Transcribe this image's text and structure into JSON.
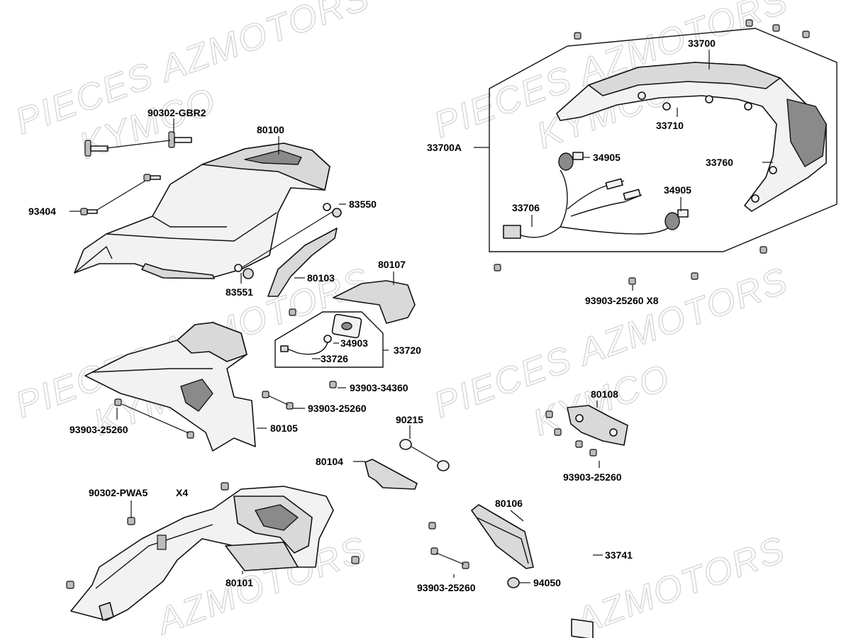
{
  "watermarks": [
    {
      "text": "PIECES AZMOTORS"
    },
    {
      "text": "KYMCO"
    },
    {
      "text": "PIECES AZMOTORS"
    },
    {
      "text": "KYMCO"
    },
    {
      "text": "PIECES AZMOTORS"
    },
    {
      "text": "KYMCO"
    },
    {
      "text": "PIECES AZMOTORS"
    },
    {
      "text": "KYMCO"
    },
    {
      "text": "AZMOTORS"
    },
    {
      "text": "AZMOTORS"
    }
  ],
  "labels": {
    "p90302_gbr2": "90302-GBR2",
    "p80100": "80100",
    "p93404": "93404",
    "p83550": "83550",
    "p80103": "80103",
    "p83551": "83551",
    "p80107": "80107",
    "p34903": "34903",
    "p33720": "33720",
    "p33726": "33726",
    "p93903_34360": "93903-34360",
    "p93903_25260_a": "93903-25260",
    "p93903_25260_b": "93903-25260",
    "p80105": "80105",
    "p90215": "90215",
    "p80104": "80104",
    "p90302_pwa5": "90302-PWA5",
    "qty_x4": "X4",
    "p80101": "80101",
    "p80106": "80106",
    "p33741": "33741",
    "p93903_25260_c": "93903-25260",
    "p94050": "94050",
    "p80108": "80108",
    "p93903_25260_d": "93903-25260",
    "p33700": "33700",
    "p33700a": "33700A",
    "p33710": "33710",
    "p34905_a": "34905",
    "p33760": "33760",
    "p34905_b": "34905",
    "p33706": "33706",
    "p93903_25260_x8": "93903-25260 X8"
  }
}
